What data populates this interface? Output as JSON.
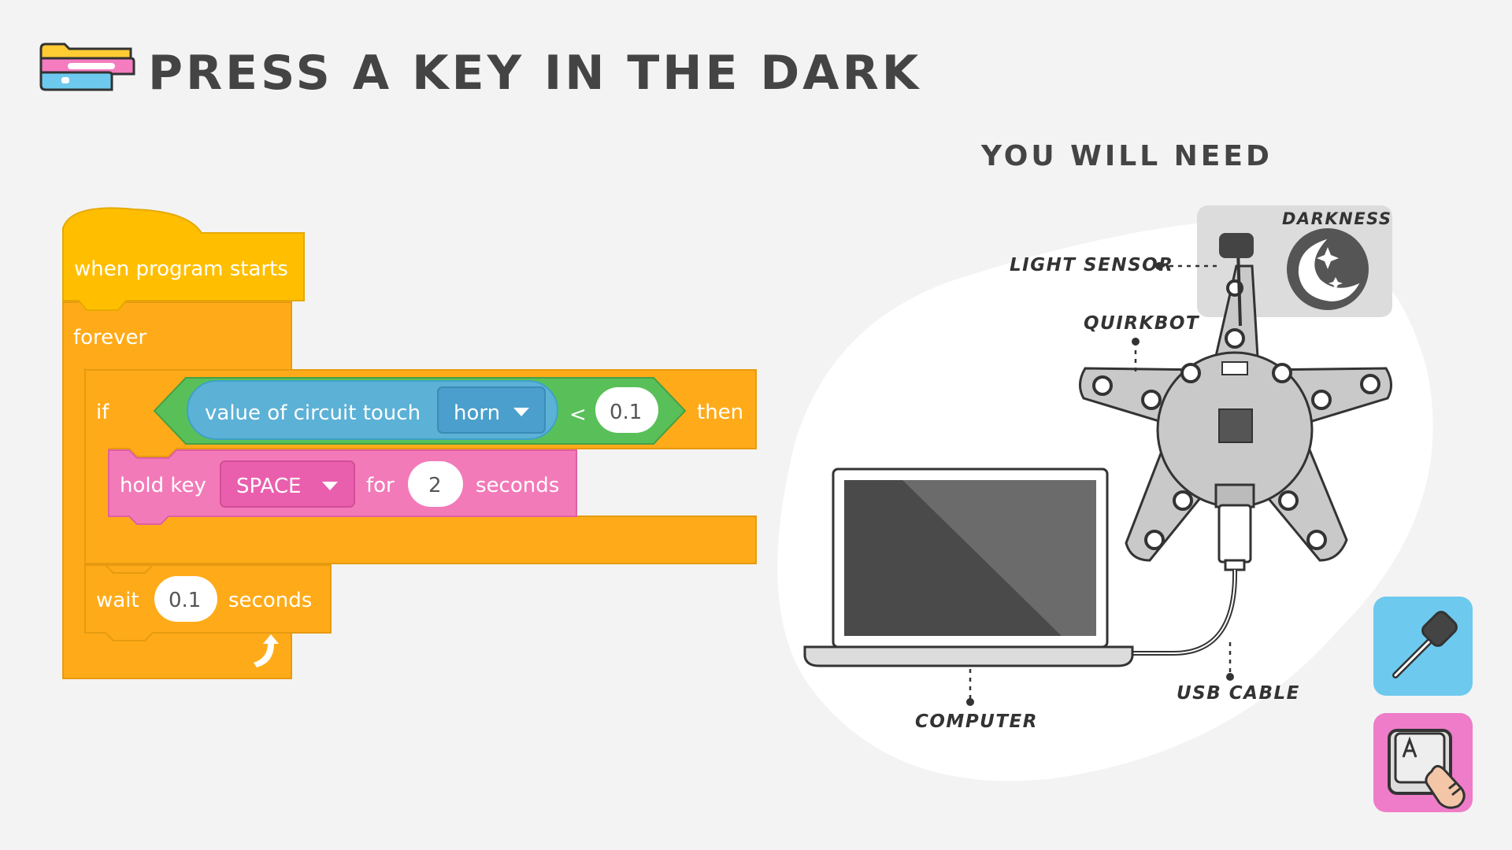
{
  "title": "PRESS A KEY IN THE DARK",
  "need_title": "YOU WILL NEED",
  "program": {
    "hat_label": "when program starts",
    "forever_label": "forever",
    "if_label": "if",
    "reporter_label": "value of circuit touch",
    "reporter_option": "horn",
    "operator": "<",
    "threshold": "0.1",
    "then_label": "then",
    "hold_label": "hold key",
    "key_option": "SPACE",
    "for_label": "for",
    "hold_seconds": "2",
    "seconds_label": "seconds",
    "wait_label": "wait",
    "wait_value": "0.1",
    "wait_seconds_label": "seconds"
  },
  "callouts": {
    "darkness": "DARKNESS",
    "light_sensor": "LIGHT SENSOR",
    "quirkbot": "QUIRKBOT",
    "computer": "COMPUTER",
    "usb_cable": "USB CABLE"
  },
  "colors": {
    "control": "#ffab19",
    "event": "#ffbf00",
    "operator": "#59c059",
    "sensing": "#5cb1d6",
    "looks": "#f27ab8",
    "light_sensor_card": "#6ec9ee",
    "keyboard_card": "#ee7cc8"
  },
  "icons": [
    "code-blocks-icon",
    "moon-stars-icon",
    "light-sensor-icon",
    "keyboard-key-icon",
    "dropdown-arrow-icon",
    "loop-arrow-icon"
  ]
}
